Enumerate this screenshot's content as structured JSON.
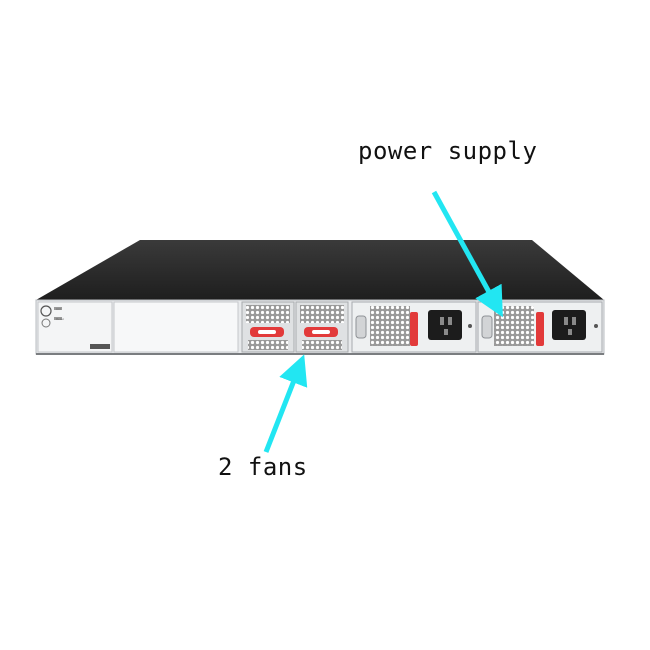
{
  "callouts": {
    "power_supply": "power supply",
    "fans": "2 fans"
  },
  "colors": {
    "arrow": "#22e6f2",
    "chassis_top": "#2b2b2b",
    "chassis_edge": "#d9dcdf",
    "psu_latch": "#e23a3a"
  },
  "device_labels": {
    "port_label_1": "Ctrl",
    "port_label_2": "Reset"
  }
}
